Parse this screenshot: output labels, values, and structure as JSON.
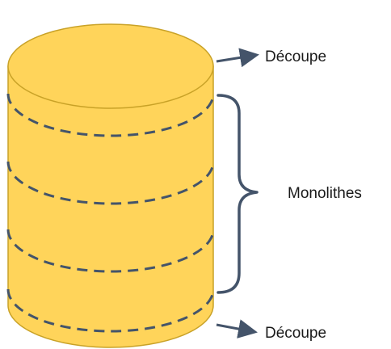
{
  "labels": {
    "top_cut": "Découpe",
    "bottom_cut": "Découpe",
    "monoliths": "Monolithes"
  },
  "colors": {
    "cylinder_fill": "#ffd45a",
    "cylinder_outline": "#c9a227",
    "cut_line": "#44546a",
    "arrow": "#44546a",
    "text": "#1a1a1a"
  }
}
